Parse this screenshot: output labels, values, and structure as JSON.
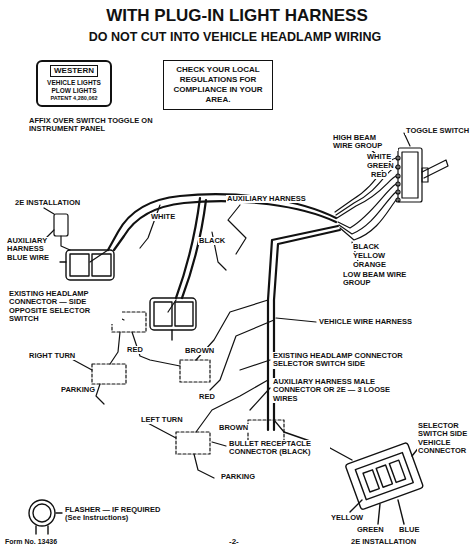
{
  "diagram": {
    "title": "WITH PLUG-IN LIGHT HARNESS",
    "nodes": [
      {
        "text": [
          "WESTERN",
          "VEHICLE LIGHTS",
          "PLOW LIGHTS",
          "PATENT 4,280,062"
        ]
      },
      {
        "text": [
          "CHECK YOUR LOCAL REGULATIONS FOR COMPLIANCE IN YOUR AREA."
        ]
      }
    ],
    "labels": [
      "DO NOT CUT INTO VEHICLE HEADLAMP WIRING",
      "AFFIX OVER SWITCH TOGGLE ON INSTRUMENT PANEL",
      "HIGH BEAM WIRE GROUP",
      "TOGGLE SWITCH",
      "WHITE",
      "GREEN",
      "RED",
      "BLACK",
      "YELLOW",
      "ORANGE",
      "LOW BEAM WIRE GROUP",
      "2E INSTALLATION",
      "AUXILIARY HARNESS BLUE WIRE",
      "WHITE",
      "BLACK",
      "AUXILIARY HARNESS",
      "EXISTING HEADLAMP CONNECTOR — SIDE OPPOSITE SELECTOR SWITCH",
      "VEHICLE WIRE HARNESS",
      "RIGHT TURN",
      "RED",
      "BROWN",
      "PARKING",
      "RED",
      "EXISTING HEADLAMP CONNECTOR SELECTOR SWITCH SIDE",
      "AUXILIARY HARNESS MALE CONNECTOR OR 2E — 3 LOOSE WIRES",
      "LEFT TURN",
      "BROWN",
      "BULLET RECEPTACLE CONNECTOR (BLACK)",
      "PARKING",
      "SELECTOR SWITCH SIDE VEHICLE CONNECTOR",
      "FLASHER — IF REQUIRED (See Instructions)",
      "YELLOW",
      "GREEN",
      "BLUE",
      "2E INSTALLATION",
      "Form No. 13436",
      "-2-"
    ]
  }
}
